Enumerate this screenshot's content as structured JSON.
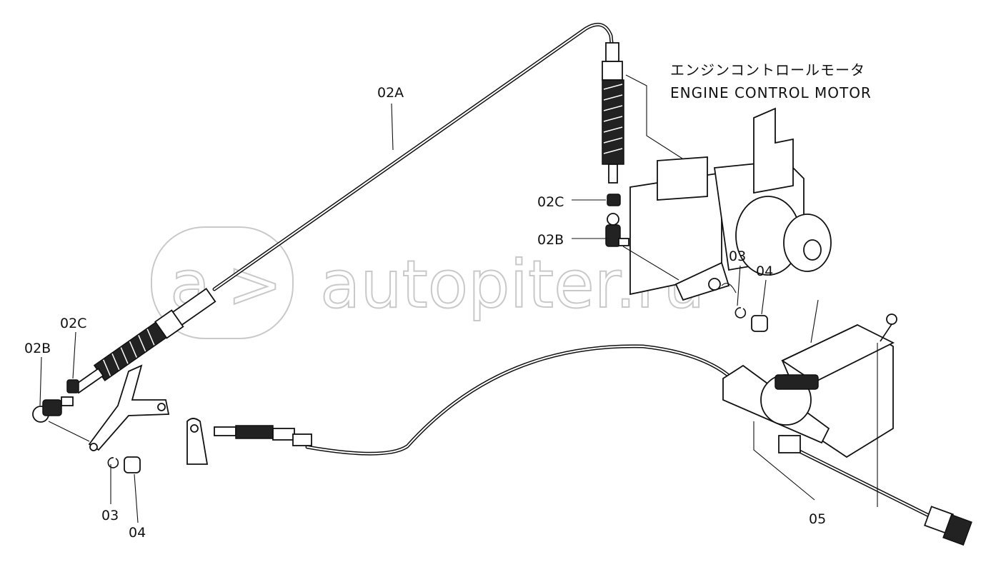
{
  "header": {
    "title_jp": "エンジンコントロールモータ",
    "title_en": "ENGINE CONTROL MOTOR"
  },
  "watermark": {
    "mark": "a",
    "arrow": ">",
    "text": "autopiter.ru"
  },
  "callouts": {
    "c02A": "02A",
    "c02C_top": "02C",
    "c02B_top": "02B",
    "c03_top": "03",
    "c04_top": "04",
    "c02C_left": "02C",
    "c02B_left": "02B",
    "c03_bottom": "03",
    "c04_bottom": "04",
    "c05": "05"
  },
  "colors": {
    "ink": "#111111",
    "watermark": "#c9c9c9",
    "background": "#ffffff"
  }
}
